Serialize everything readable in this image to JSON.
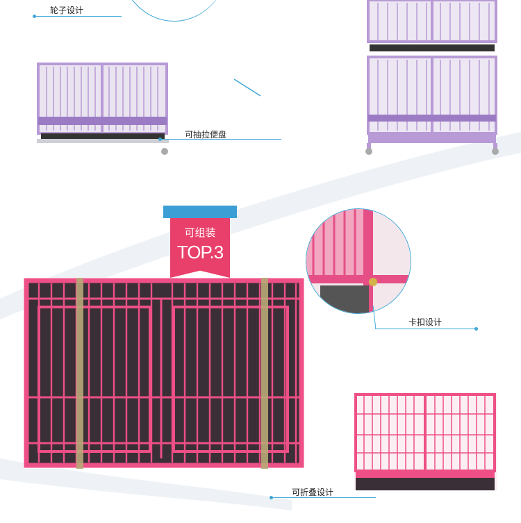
{
  "labels": {
    "wheel": "轮子设计",
    "drawer": "可抽拉便盘",
    "buckle": "卡扣设计",
    "fold": "可折叠设计"
  },
  "badge": {
    "title": "可组装",
    "rank": "TOP.3"
  },
  "colors": {
    "accent": "#3ea7d6",
    "pink": "#e8406a",
    "purple": "#b89ad6",
    "cage_pink": "#ee4f86"
  }
}
